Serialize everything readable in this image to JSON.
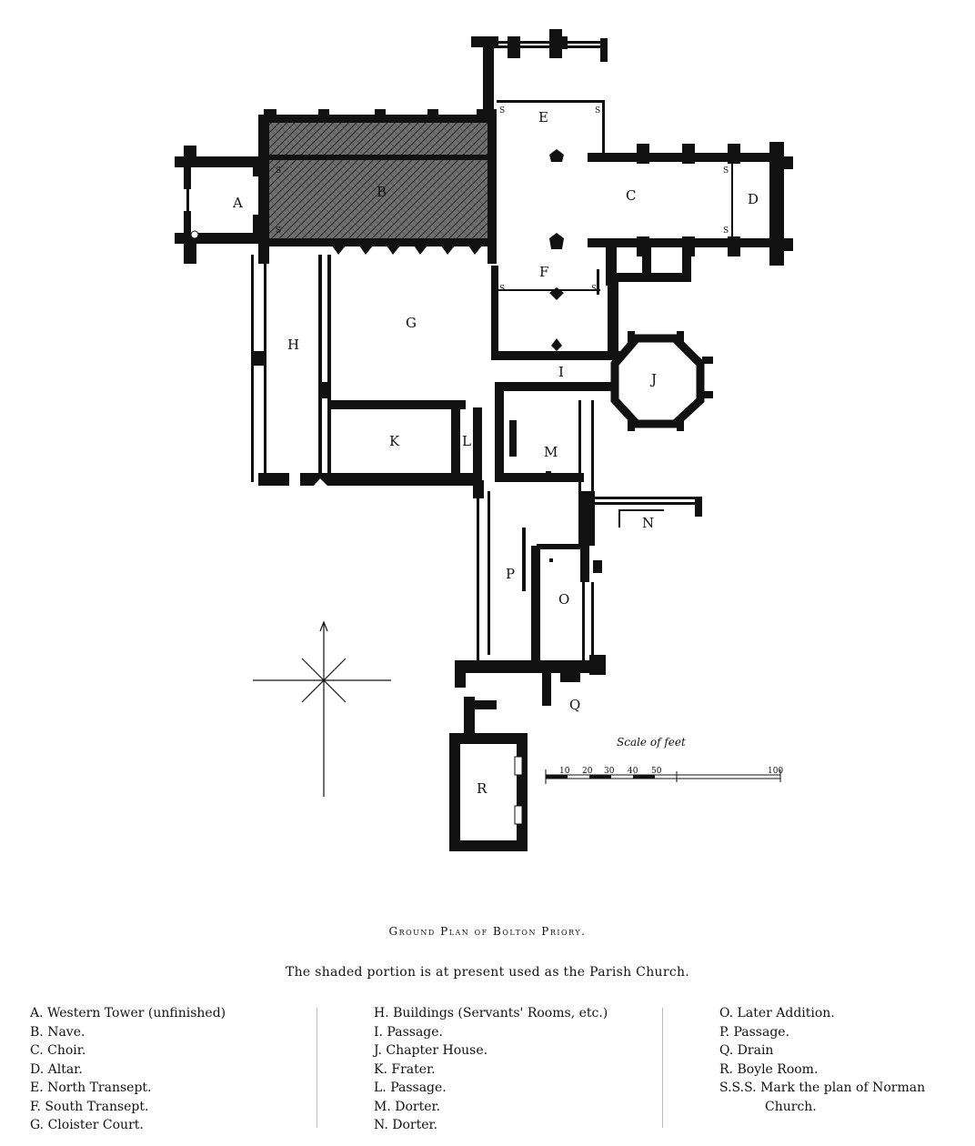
{
  "title": "Ground Plan of Bolton Priory.",
  "subtitle": "The shaded portion is at present used as the Parish Church.",
  "scale": {
    "caption": "Scale of feet",
    "ticks": [
      "10",
      "20",
      "30",
      "40",
      "50",
      "100"
    ]
  },
  "labels": {
    "A": "A",
    "B": "B",
    "C": "C",
    "D": "D",
    "E": "E",
    "F": "F",
    "G": "G",
    "H": "H",
    "I": "I",
    "J": "J",
    "K": "K",
    "L": "L",
    "M": "M",
    "N": "N",
    "O": "O",
    "P": "P",
    "Q": "Q",
    "R": "R",
    "S": "S"
  },
  "legend": {
    "col1": [
      "A. Western Tower (unfinished)",
      "B. Nave.",
      "C. Choir.",
      "D. Altar.",
      "E. North Transept.",
      "F. South Transept.",
      "G. Cloister Court."
    ],
    "col2": [
      "H. Buildings (Servants' Rooms, etc.)",
      "I. Passage.",
      "J. Chapter House.",
      "K. Frater.",
      "L. Passage.",
      "M. Dorter.",
      "N. Dorter."
    ],
    "col3": [
      "O. Later Addition.",
      "P. Passage.",
      "Q. Drain",
      "R. Boyle Room.",
      "S.S.S. Mark the plan of Norman",
      "Church."
    ]
  },
  "colors": {
    "ink": "#111111",
    "paper": "#ffffff"
  }
}
